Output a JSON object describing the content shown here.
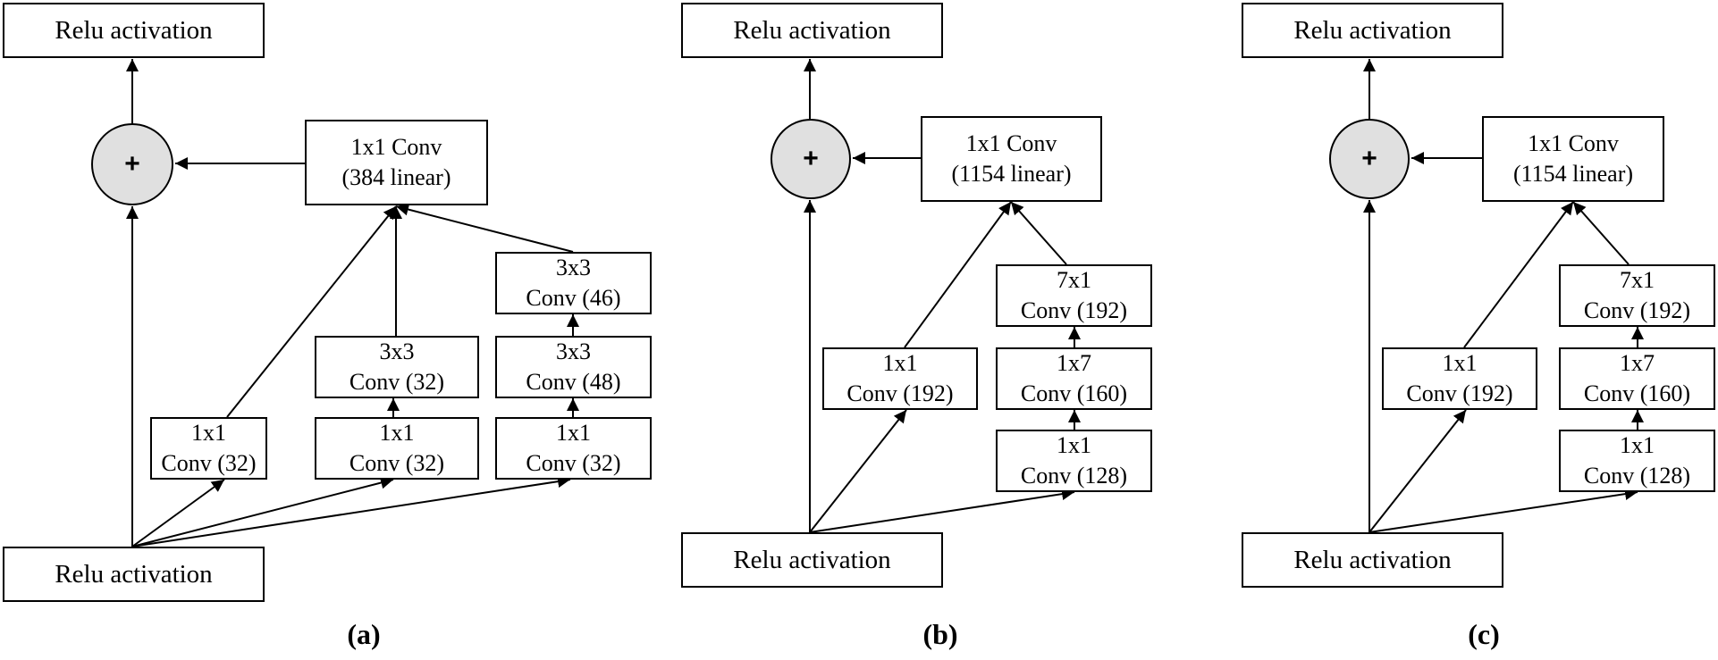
{
  "panels": [
    {
      "caption": "(a)",
      "relu_top": "Relu activation",
      "relu_bottom": "Relu activation",
      "add_symbol": "+",
      "output_conv": [
        "1x1 Conv",
        "(384 linear)"
      ],
      "branch1": [
        [
          "1x1",
          "Conv (32)"
        ]
      ],
      "branch2": [
        [
          "1x1",
          "Conv (32)"
        ],
        [
          "3x3",
          "Conv (32)"
        ]
      ],
      "branch3": [
        [
          "1x1",
          "Conv (32)"
        ],
        [
          "3x3",
          "Conv (48)"
        ],
        [
          "3x3",
          "Conv (46)"
        ]
      ]
    },
    {
      "caption": "(b)",
      "relu_top": "Relu activation",
      "relu_bottom": "Relu activation",
      "add_symbol": "+",
      "output_conv": [
        "1x1 Conv",
        "(1154 linear)"
      ],
      "branch1": [
        [
          "1x1",
          "Conv (192)"
        ]
      ],
      "branch2": [
        [
          "1x1",
          "Conv (128)"
        ],
        [
          "1x7",
          "Conv (160)"
        ],
        [
          "7x1",
          "Conv (192)"
        ]
      ]
    },
    {
      "caption": "(c)",
      "relu_top": "Relu activation",
      "relu_bottom": "Relu activation",
      "add_symbol": "+",
      "output_conv": [
        "1x1 Conv",
        "(1154 linear)"
      ],
      "branch1": [
        [
          "1x1",
          "Conv (192)"
        ]
      ],
      "branch2": [
        [
          "1x1",
          "Conv (128)"
        ],
        [
          "1x7",
          "Conv (160)"
        ],
        [
          "7x1",
          "Conv (192)"
        ]
      ]
    }
  ],
  "colors": {
    "stroke": "#000000",
    "add_fill": "#e0e0e0",
    "background": "#ffffff"
  }
}
